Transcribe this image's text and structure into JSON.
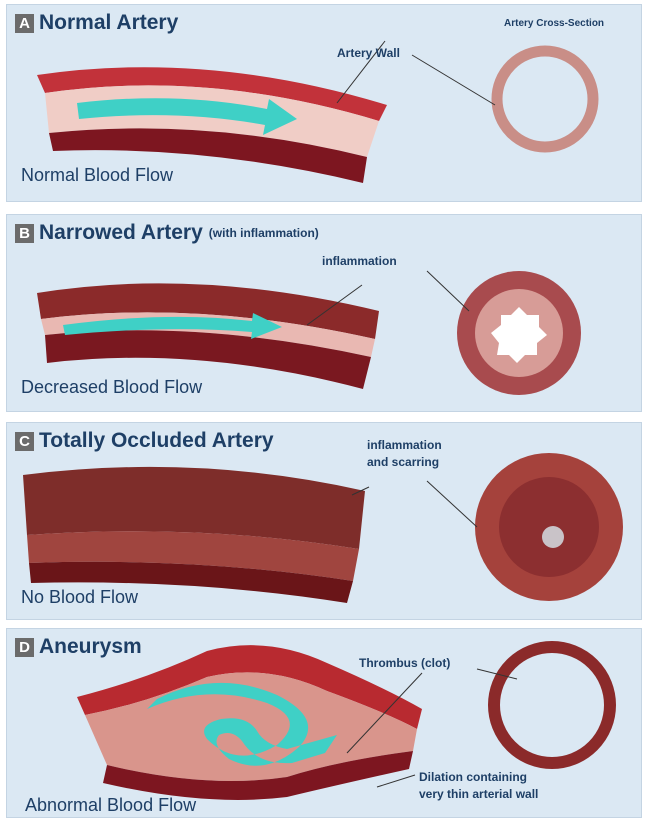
{
  "panels": [
    {
      "letter": "A",
      "title": "Normal Artery",
      "subtitle": "",
      "labels": {
        "wall": "Artery Wall",
        "cross": "Artery Cross-Section"
      },
      "flow": "Normal Blood Flow"
    },
    {
      "letter": "B",
      "title": "Narrowed Artery",
      "subtitle": "(with inflammation)",
      "labels": {
        "inflammation": "inflammation"
      },
      "flow": "Decreased Blood Flow"
    },
    {
      "letter": "C",
      "title": "Totally Occluded Artery",
      "subtitle": "",
      "labels": {
        "line1": "inflammation",
        "line2": "and scarring"
      },
      "flow": "No Blood Flow"
    },
    {
      "letter": "D",
      "title": "Aneurysm",
      "subtitle": "",
      "labels": {
        "thrombus": "Thrombus (clot)",
        "dilation1": "Dilation containing",
        "dilation2": "very thin arterial wall"
      },
      "flow": "Abnormal Blood Flow"
    }
  ],
  "colors": {
    "panel_bg": "#dbe8f3",
    "artery_wall": "#8b1a24",
    "artery_inner": "#e7b4ad",
    "blood_flow": "#3fd0c6",
    "text": "#1e3f66"
  }
}
